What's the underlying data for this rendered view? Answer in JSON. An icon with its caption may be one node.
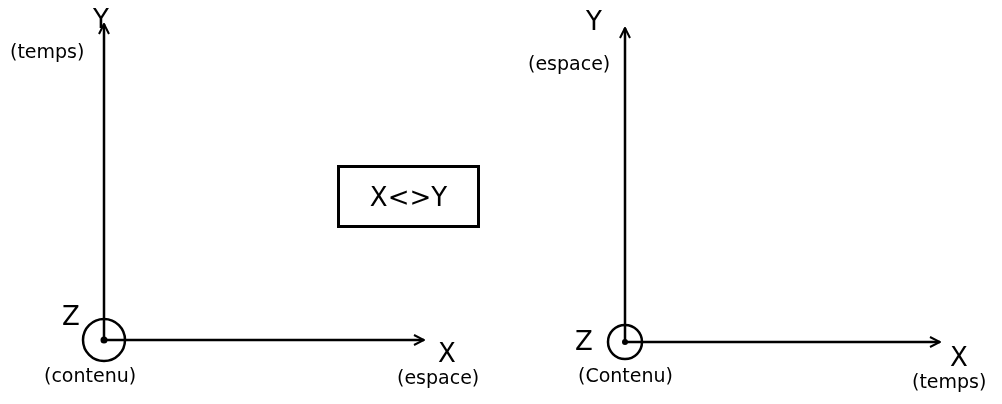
{
  "diagram": {
    "nodes": [
      {
        "text": [
          "X<>Y"
        ]
      }
    ],
    "labels": [
      "Y",
      "(temps)",
      "Z",
      "(contenu)",
      "X",
      "(espace)",
      "Y",
      "(espace)",
      "Z",
      "(Contenu)",
      "X",
      "(temps)"
    ]
  }
}
